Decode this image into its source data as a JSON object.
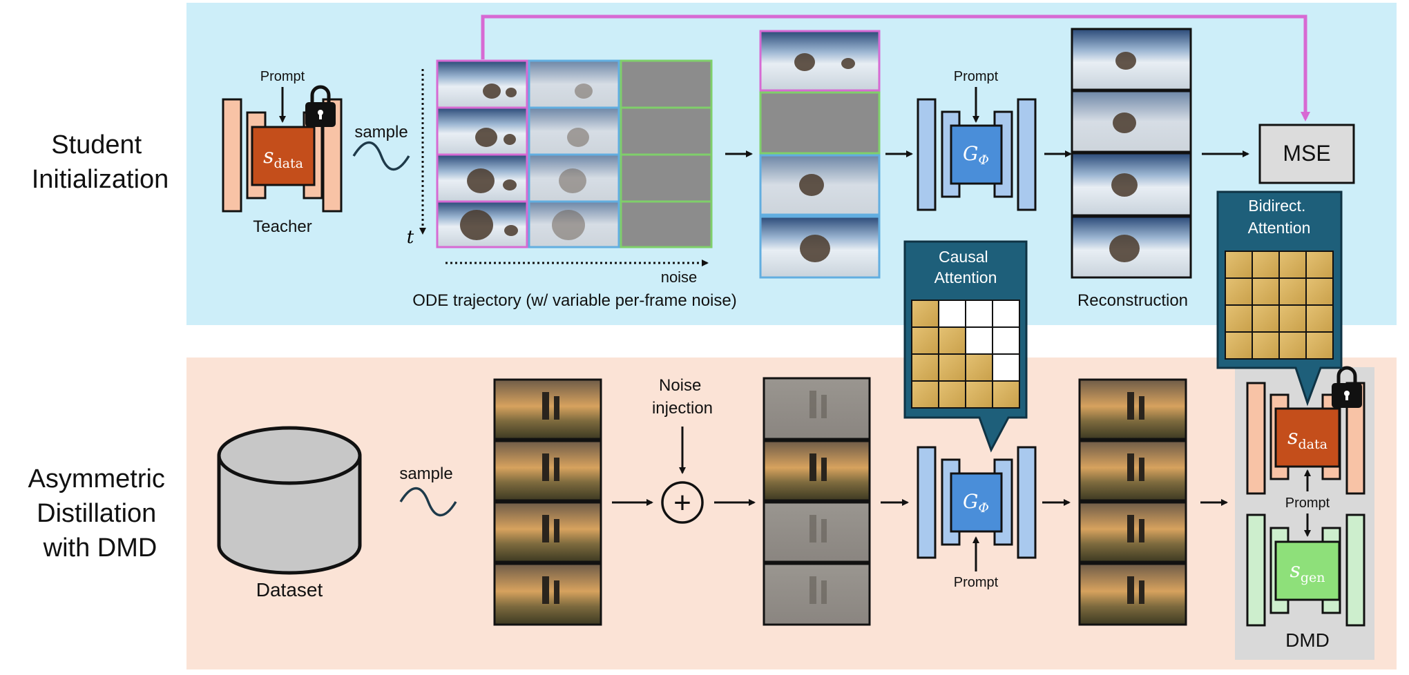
{
  "colors": {
    "student_bg": "#cdeef9",
    "distill_bg": "#fbe3d6",
    "block_salmon": "#f8c3a6",
    "block_blue": "#a9c9ee",
    "block_green": "#cdeecd",
    "score_data_fill": "#c44e1b",
    "generator_fill": "#4a8ed9",
    "score_gen_fill": "#8ee07a",
    "attention_teal": "#1e5f7a",
    "mse_fill": "#dcdcdc",
    "dmd_panel": "#d9d9d9",
    "frame_magenta": "#d76ad3",
    "frame_blue": "#62aee0",
    "frame_green": "#7fcf6a",
    "cell_gold": "#d9b35a",
    "noise_gray": "#8c8c8c"
  },
  "sections": {
    "student": [
      "Student",
      "Initialization"
    ],
    "distill": [
      "Asymmetric",
      "Distillation",
      "with DMD"
    ]
  },
  "student": {
    "prompt": "Prompt",
    "teacher_label": "Teacher",
    "score_symbol": "s",
    "score_subscript": "data",
    "sample_label": "sample",
    "time_axis": "t",
    "noise_axis": "noise",
    "ode_caption": "ODE trajectory (w/ variable per-frame noise)",
    "gen_symbol": "G",
    "gen_subscript": "Φ",
    "gen_prompt": "Prompt",
    "reconstruction_caption": "Reconstruction",
    "mse_label": "MSE",
    "causal_attention": [
      "Causal",
      "Attention"
    ],
    "bidirect_attention": [
      "Bidirect.",
      "Attention"
    ]
  },
  "distill": {
    "dataset_label": "Dataset",
    "sample_label": "sample",
    "noise_injection": [
      "Noise",
      "injection"
    ],
    "plus_symbol": "+",
    "gen_symbol": "G",
    "gen_subscript": "Φ",
    "gen_prompt": "Prompt",
    "score_data_symbol": "s",
    "score_data_subscript": "data",
    "score_gen_symbol": "s",
    "score_gen_subscript": "gen",
    "dmd_prompt": "Prompt",
    "dmd_label": "DMD"
  },
  "icons": [
    "lock-icon",
    "lock-icon",
    "sine-wave-icon",
    "sine-wave-icon",
    "plus-circle-icon",
    "cylinder-icon"
  ]
}
